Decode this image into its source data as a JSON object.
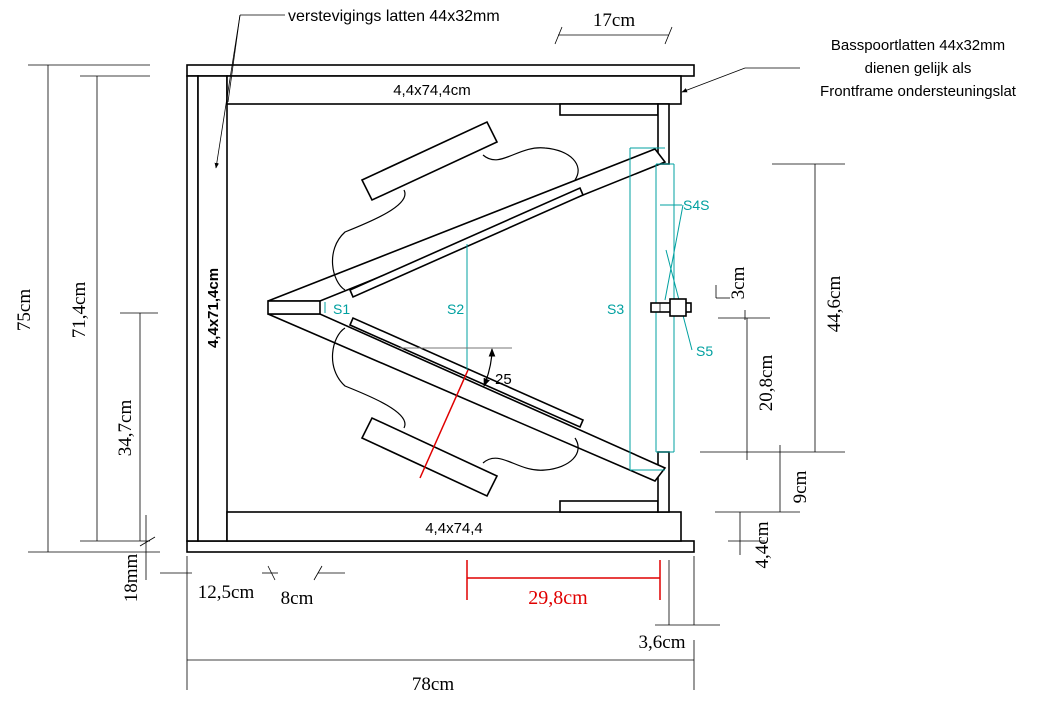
{
  "labels": {
    "top_note": "verstevigings latten 44x32mm",
    "note_right_1": "Basspoortlatten 44x32mm",
    "note_right_2": "dienen gelijk als",
    "note_right_3": "Frontframe ondersteuningslat",
    "top_plank": "4,4x74,4cm",
    "bottom_plank": "4,4x74,4",
    "left_plank": "4,4x71,4cm",
    "s1": "S1",
    "s2": "S2",
    "s3": "S3",
    "s4s": "S4S",
    "s5": "S5",
    "angle": "25"
  },
  "dimensions": {
    "d17": "17cm",
    "d75": "75cm",
    "d714": "71,4cm",
    "d347": "34,7cm",
    "d18": "18mm",
    "d125": "12,5cm",
    "d8": "8cm",
    "d298": "29,8cm",
    "d36": "3,6cm",
    "d78": "78cm",
    "d3": "3cm",
    "d446": "44,6cm",
    "d208": "20,8cm",
    "d9": "9cm",
    "d44": "4,4cm"
  },
  "colors": {
    "lines": "#000000",
    "cyan_markers": "#00a0a0",
    "red_dimension": "#e00000"
  }
}
